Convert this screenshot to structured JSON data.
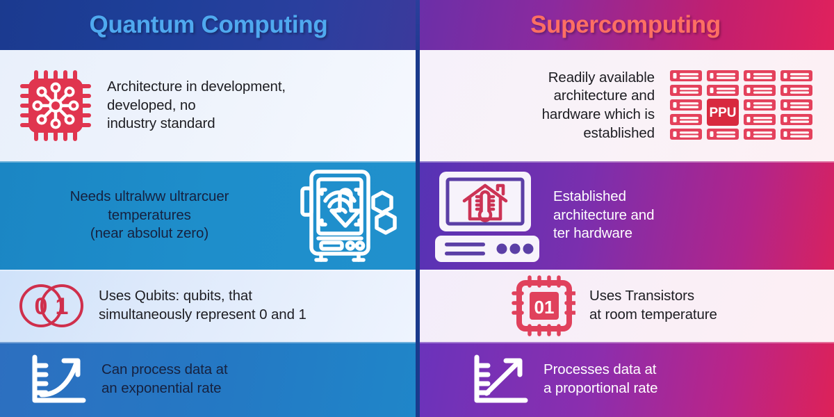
{
  "headers": {
    "left": {
      "title": "Quantum Computing",
      "text_color": "#4fa9ef",
      "bg_start": "#1b3a8f",
      "bg_end": "#3b3a9c"
    },
    "right": {
      "title": "Supercomputing",
      "text_color": "#fd6f63",
      "bg_start": "#6b2fa8",
      "bg_end": "#e0215c"
    }
  },
  "accent_colors": {
    "red": "#e03050",
    "crimson": "#dc2f52",
    "blue_band": "#1e8ecb",
    "purple_band": "#7a2fae",
    "pink_band": "#d62370",
    "divider": "#1a3a8c",
    "white": "#ffffff"
  },
  "rows": [
    {
      "id": "architecture",
      "left": {
        "text": "Architecture in development, developed, no industry standard",
        "lines": [
          "Architecture in development,",
          "developed, no",
          "industry standard"
        ],
        "icon": "quantum-chip-icon",
        "icon_position": "left",
        "text_align": "left",
        "theme": "light"
      },
      "right": {
        "text": "Readily available architecture and hardware which is established",
        "lines": [
          "Readily available",
          "architecture and",
          "hardware which is",
          "established"
        ],
        "icon": "server-rack-grid-icon",
        "icon_label": "PPU",
        "icon_position": "right",
        "text_align": "right",
        "theme": "light"
      }
    },
    {
      "id": "temperature",
      "left": {
        "text": "Needs ultralww ultrarcuer temperatures (near absolut zero)",
        "lines": [
          "Needs ultralww ultrarcuer",
          "temperatures",
          "(near absolut zero)"
        ],
        "icon": "cryogenic-cooler-icon",
        "icon_position": "right",
        "text_align": "center",
        "theme": "blue"
      },
      "right": {
        "text": "Established architecture and ter hardware",
        "lines": [
          "Established",
          "architecture and",
          "ter hardware"
        ],
        "icon": "monitor-thermostat-icon",
        "icon_position": "left",
        "text_align": "left",
        "theme": "purple"
      }
    },
    {
      "id": "bits",
      "left": {
        "text": "Uses Qubits: qubits, that simultaneously represent  0 and 1",
        "lines": [
          "Uses Qubits: qubits, that",
          "simultaneously represent  0 and 1"
        ],
        "icon": "qubit-circles-icon",
        "icon_label": "01",
        "icon_position": "left",
        "text_align": "left",
        "theme": "light"
      },
      "right": {
        "text": "Uses Transistors at room temperature",
        "lines": [
          "Uses Transistors",
          "at room temperature"
        ],
        "icon": "transistor-chip-icon",
        "icon_label": "01",
        "icon_position": "left",
        "text_align": "left",
        "theme": "light"
      }
    },
    {
      "id": "processing-rate",
      "left": {
        "text": "Can process data at an exponential rate",
        "lines": [
          "Can process data at",
          "an exponential rate"
        ],
        "icon": "exponential-growth-chart-icon",
        "icon_position": "left",
        "text_align": "left",
        "theme": "blue"
      },
      "right": {
        "text": "Processes data at a proportional rate",
        "lines": [
          "Processes data at",
          "a proportional rate"
        ],
        "icon": "linear-growth-chart-icon",
        "icon_position": "left",
        "text_align": "left",
        "theme": "purple"
      }
    }
  ]
}
